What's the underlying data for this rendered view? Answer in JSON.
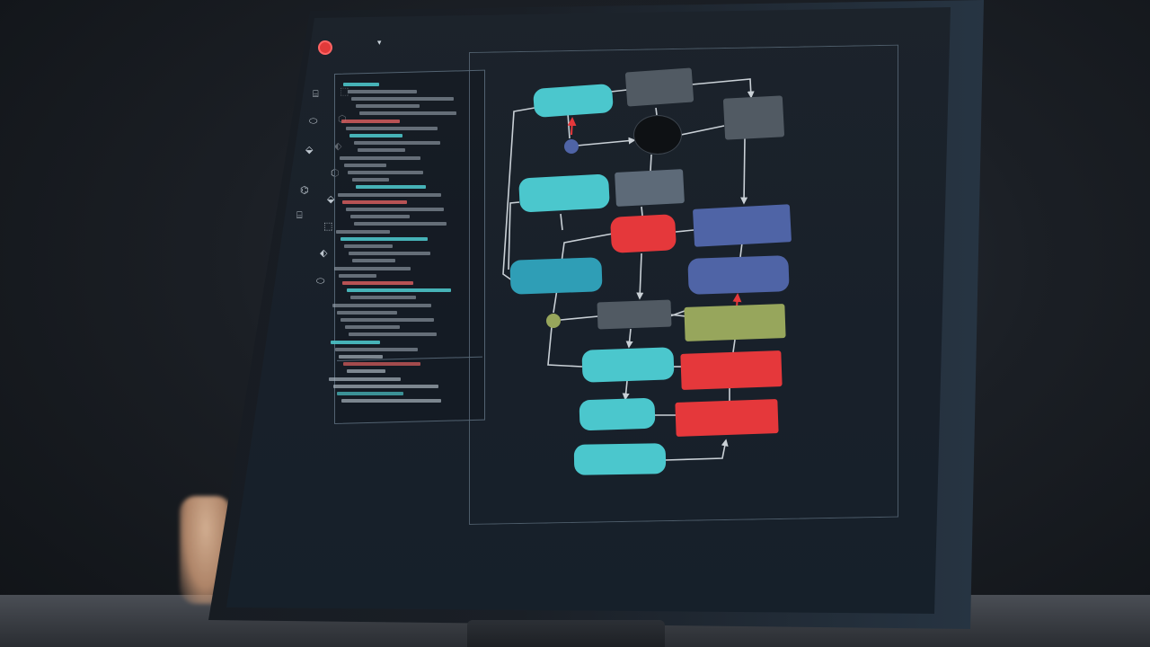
{
  "app": {
    "title": "",
    "logo_icon": "red-circle-logo-icon",
    "chevron_icon": "chevron-down-icon"
  },
  "rail": {
    "icons": [
      "code-icon",
      "chart-icon",
      "layers-icon",
      "split-icon",
      "link-icon",
      "grid-icon",
      "node-icon"
    ],
    "glyphs": [
      "⌸",
      "⬚",
      "⬭",
      "⬡",
      "⬙",
      "⬖",
      "⌬"
    ]
  },
  "diagram": {
    "nodes": [
      {
        "id": "n1",
        "label": "",
        "style": "teal pill"
      },
      {
        "id": "n2",
        "label": "",
        "style": "gray rect"
      },
      {
        "id": "n3",
        "label": "",
        "style": "gray rect"
      },
      {
        "id": "n4",
        "label": "",
        "style": "dark"
      },
      {
        "id": "n5",
        "label": "",
        "style": "teal pill"
      },
      {
        "id": "n6",
        "label": "",
        "style": "gray rect"
      },
      {
        "id": "n7",
        "label": "",
        "style": "red pill"
      },
      {
        "id": "n8",
        "label": "",
        "style": "navy rect"
      },
      {
        "id": "n9",
        "label": "",
        "style": "teal-dark pill"
      },
      {
        "id": "n10",
        "label": "",
        "style": "navy pill"
      },
      {
        "id": "n11",
        "label": "",
        "style": "gray rect"
      },
      {
        "id": "n12",
        "label": "",
        "style": "olive rect"
      },
      {
        "id": "n13",
        "label": "",
        "style": "teal pill"
      },
      {
        "id": "n14",
        "label": "",
        "style": "red rect"
      },
      {
        "id": "n15",
        "label": "",
        "style": "teal pill"
      },
      {
        "id": "n16",
        "label": "",
        "style": "red rect"
      },
      {
        "id": "n17",
        "label": "",
        "style": "teal pill"
      }
    ]
  },
  "colors": {
    "teal": "#4bc7cd",
    "red": "#e5383b",
    "navy": "#4f64a6",
    "olive": "#97a65c",
    "gray": "#515a63"
  }
}
